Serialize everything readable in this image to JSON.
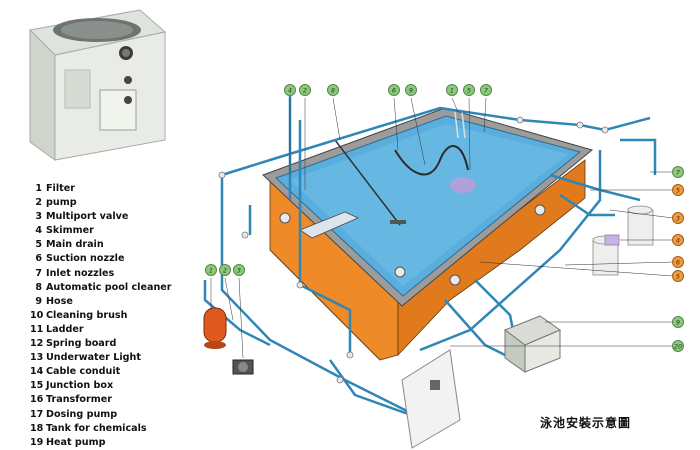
{
  "legend": [
    {
      "num": "1",
      "label": "Filter"
    },
    {
      "num": "2",
      "label": "pump"
    },
    {
      "num": "3",
      "label": "Multiport valve"
    },
    {
      "num": "4",
      "label": "Skimmer"
    },
    {
      "num": "5",
      "label": "Main drain"
    },
    {
      "num": "6",
      "label": "Suction nozzle"
    },
    {
      "num": "7",
      "label": "Inlet nozzles"
    },
    {
      "num": "8",
      "label": "Automatic pool cleaner"
    },
    {
      "num": "9",
      "label": "Hose"
    },
    {
      "num": "10",
      "label": "Cleaning brush"
    },
    {
      "num": "11",
      "label": "Ladder"
    },
    {
      "num": "12",
      "label": "Spring board"
    },
    {
      "num": "13",
      "label": "Underwater Light"
    },
    {
      "num": "14",
      "label": "Cable conduit"
    },
    {
      "num": "15",
      "label": "Junction box"
    },
    {
      "num": "16",
      "label": "Transformer"
    },
    {
      "num": "17",
      "label": "Dosing pump"
    },
    {
      "num": "18",
      "label": "Tank for chemicals"
    },
    {
      "num": "19",
      "label": "Heat pump"
    }
  ],
  "caption": "泳池安裝示意圖",
  "callouts_top": [
    "4",
    "2",
    "8",
    "6",
    "9",
    "1",
    "5",
    "7"
  ],
  "callouts_left": [
    "1",
    "2",
    "3"
  ],
  "callouts_right": [
    "7",
    "5",
    "3",
    "4",
    "6",
    "5",
    "9",
    "20"
  ],
  "colors": {
    "water": "#5aaede",
    "pool_wall": "#ef8a26",
    "pipe": "#2f86b7",
    "callout_fill": "#8cc97c",
    "deck": "#9a9a9a"
  }
}
